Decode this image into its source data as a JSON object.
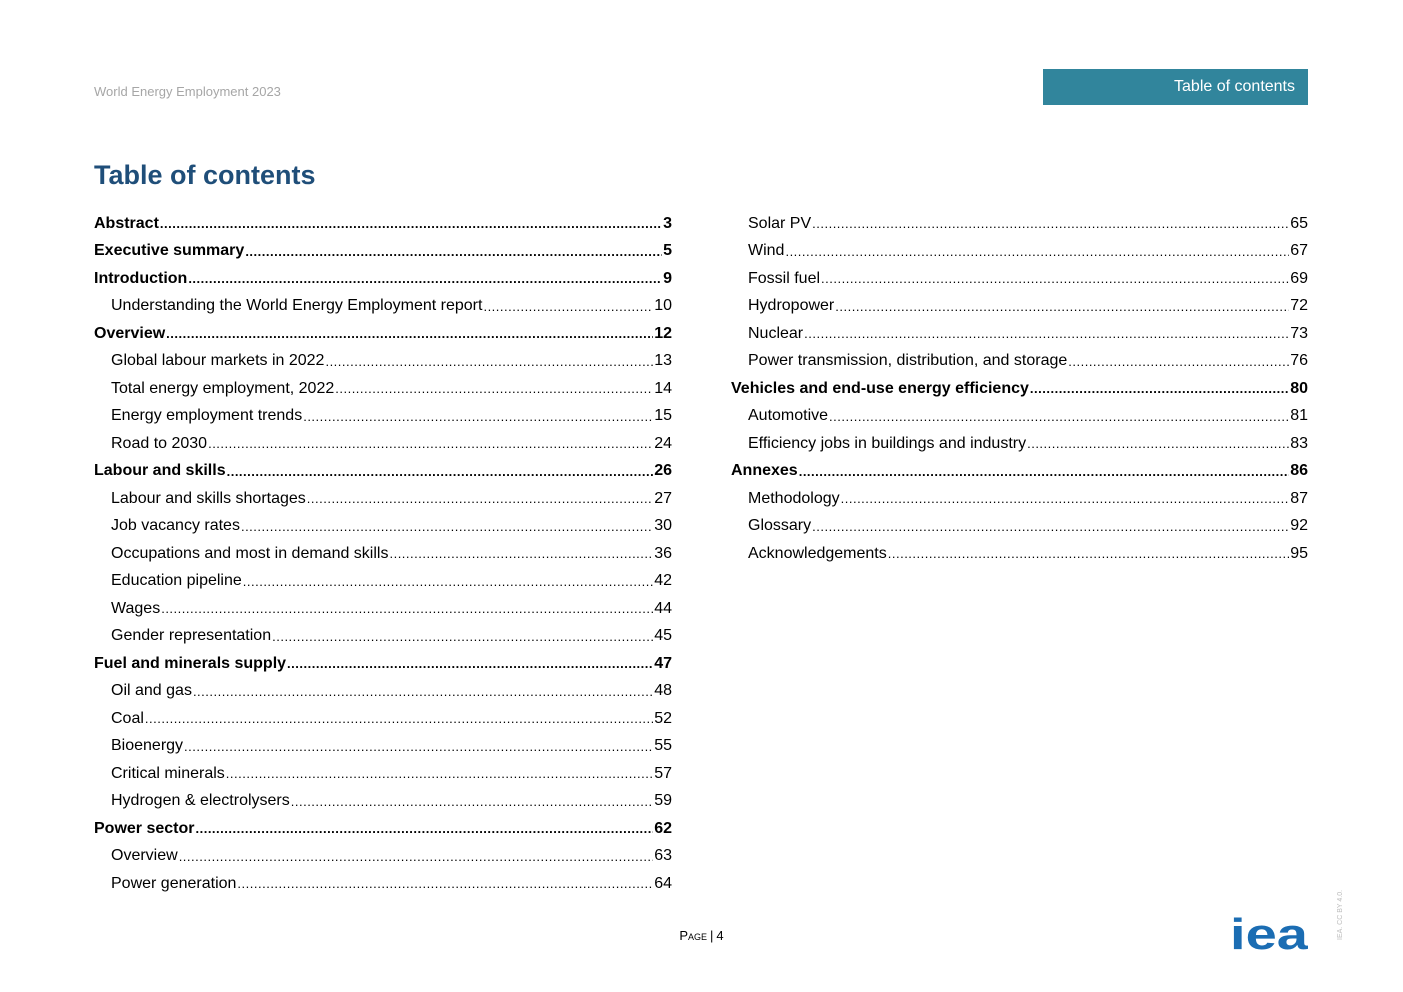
{
  "header": {
    "document_title": "World Energy Employment 2023",
    "section_tab": "Table of contents"
  },
  "page_title": "Table of contents",
  "toc": {
    "left": [
      {
        "label": "Abstract",
        "page": "3",
        "level": 1
      },
      {
        "label": "Executive summary",
        "page": "5",
        "level": 1
      },
      {
        "label": "Introduction",
        "page": "9",
        "level": 1
      },
      {
        "label": "Understanding the World Energy Employment report",
        "page": "10",
        "level": 2
      },
      {
        "label": "Overview",
        "page": "12",
        "level": 1
      },
      {
        "label": "Global labour markets in 2022",
        "page": "13",
        "level": 2
      },
      {
        "label": "Total energy employment, 2022",
        "page": "14",
        "level": 2
      },
      {
        "label": "Energy employment trends",
        "page": "15",
        "level": 2
      },
      {
        "label": "Road to 2030",
        "page": "24",
        "level": 2
      },
      {
        "label": "Labour and skills",
        "page": "26",
        "level": 1
      },
      {
        "label": "Labour and skills shortages",
        "page": "27",
        "level": 2
      },
      {
        "label": "Job vacancy rates",
        "page": "30",
        "level": 2
      },
      {
        "label": "Occupations and most in demand skills",
        "page": "36",
        "level": 2
      },
      {
        "label": "Education pipeline",
        "page": "42",
        "level": 2
      },
      {
        "label": "Wages",
        "page": "44",
        "level": 2
      },
      {
        "label": "Gender representation",
        "page": "45",
        "level": 2
      },
      {
        "label": "Fuel and minerals supply",
        "page": "47",
        "level": 1
      },
      {
        "label": "Oil and gas",
        "page": "48",
        "level": 2
      },
      {
        "label": "Coal",
        "page": "52",
        "level": 2
      },
      {
        "label": "Bioenergy",
        "page": "55",
        "level": 2
      },
      {
        "label": "Critical minerals",
        "page": "57",
        "level": 2
      },
      {
        "label": "Hydrogen & electrolysers",
        "page": "59",
        "level": 2
      },
      {
        "label": "Power sector",
        "page": "62",
        "level": 1
      },
      {
        "label": "Overview",
        "page": "63",
        "level": 2
      },
      {
        "label": "Power generation",
        "page": "64",
        "level": 2
      }
    ],
    "right": [
      {
        "label": "Solar PV",
        "page": "65",
        "level": 2
      },
      {
        "label": "Wind",
        "page": "67",
        "level": 2
      },
      {
        "label": "Fossil fuel",
        "page": "69",
        "level": 2
      },
      {
        "label": "Hydropower",
        "page": "72",
        "level": 2
      },
      {
        "label": "Nuclear",
        "page": "73",
        "level": 2
      },
      {
        "label": "Power transmission, distribution, and storage",
        "page": "76",
        "level": 2
      },
      {
        "label": "Vehicles and end-use energy efficiency",
        "page": "80",
        "level": 1
      },
      {
        "label": "Automotive",
        "page": "81",
        "level": 2
      },
      {
        "label": "Efficiency jobs in buildings and industry",
        "page": "83",
        "level": 2
      },
      {
        "label": "Annexes",
        "page": "86",
        "level": 1
      },
      {
        "label": "Methodology",
        "page": "87",
        "level": 2
      },
      {
        "label": "Glossary",
        "page": "92",
        "level": 2
      },
      {
        "label": "Acknowledgements",
        "page": "95",
        "level": 2
      }
    ]
  },
  "footer": {
    "page_label": "Page",
    "page_number": "4",
    "logo_text": "iea",
    "license": "IEA. CC BY 4.0."
  },
  "colors": {
    "section_tab_bg": "#31859c",
    "heading": "#1f4e79",
    "logo": "#1b6db3"
  }
}
